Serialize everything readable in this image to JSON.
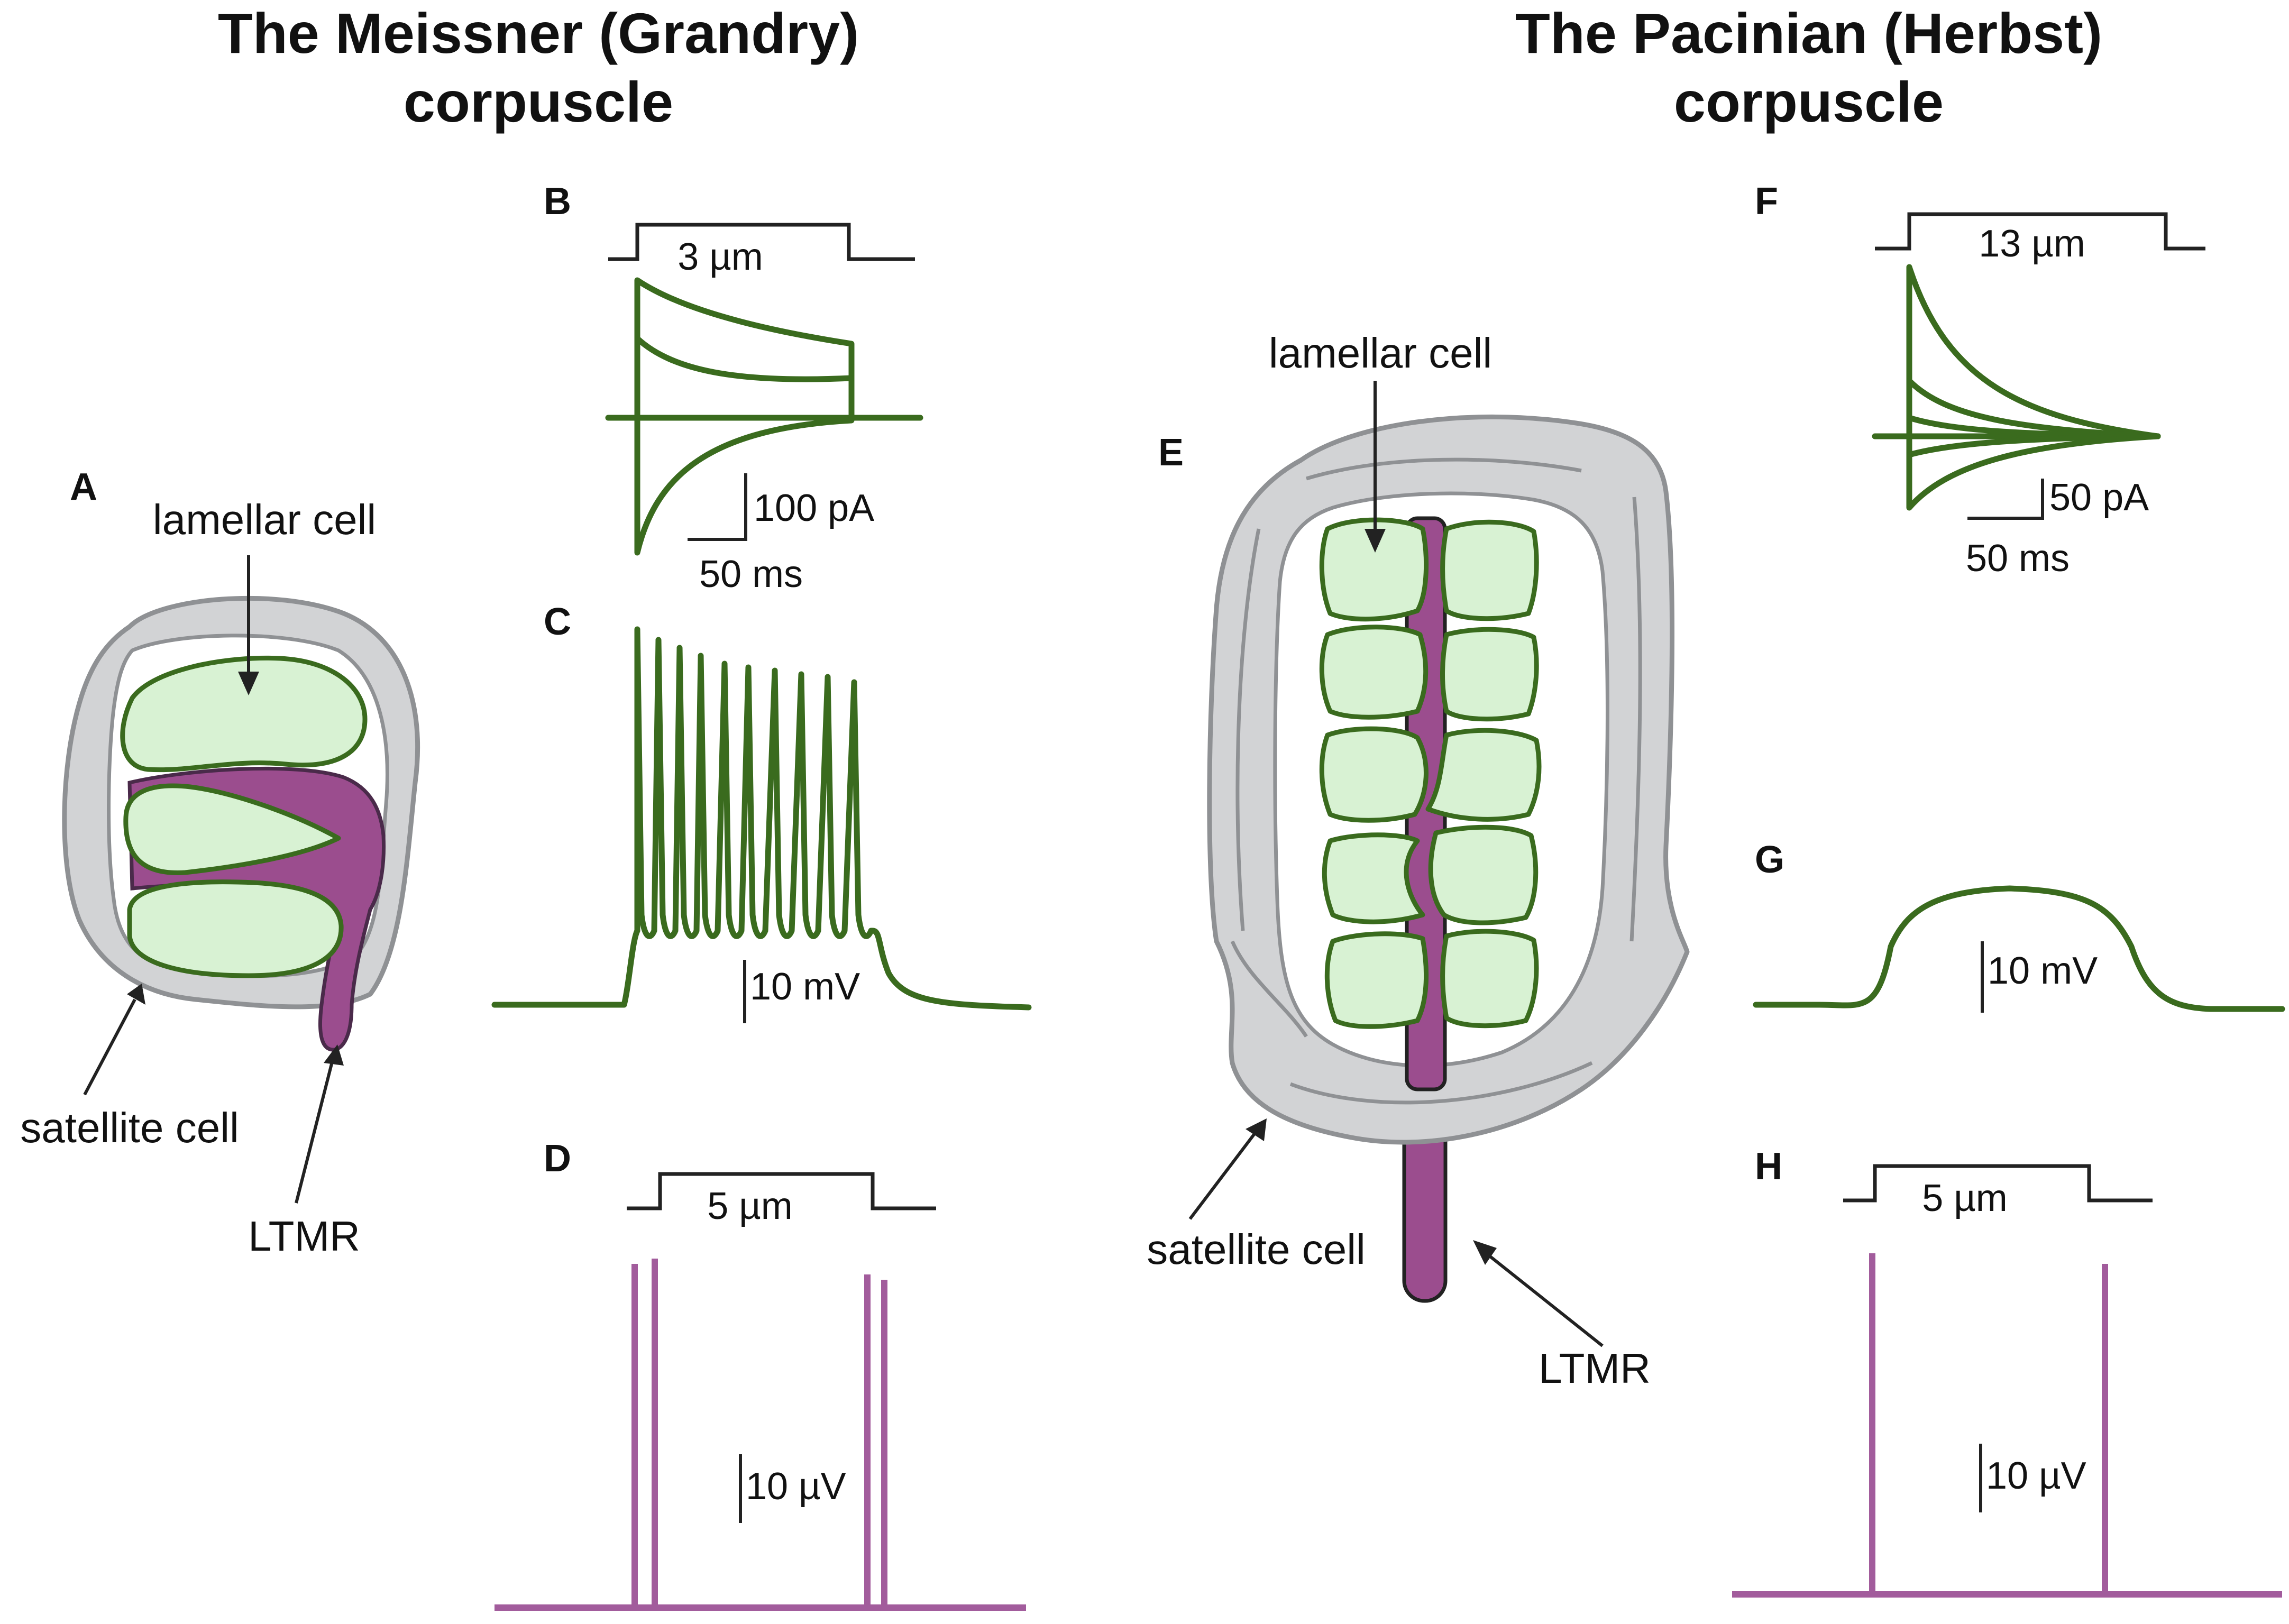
{
  "colors": {
    "green": "#3a6b1e",
    "purple": "#a25c9c",
    "axon": "#9b4d8e",
    "lamellar_fill": "#d8f2d3",
    "satellite_fill": "#d2d3d5"
  },
  "left": {
    "title_line1": "The Meissner (Grandry)",
    "title_line2": "corpuscle",
    "panels": {
      "A": "A",
      "B": "B",
      "C": "C",
      "D": "D"
    },
    "labels": {
      "lamellar": "lamellar cell",
      "satellite": "satellite cell",
      "ltmr": "LTMR"
    },
    "B": {
      "stimulus": "3 µm",
      "scale_current": "100 pA",
      "scale_time": "50 ms"
    },
    "C": {
      "scale_voltage": "10 mV"
    },
    "D": {
      "stimulus": "5 µm",
      "scale_voltage": "10 µV"
    }
  },
  "right": {
    "title_line1": "The Pacinian (Herbst)",
    "title_line2": "corpuscle",
    "panels": {
      "E": "E",
      "F": "F",
      "G": "G",
      "H": "H"
    },
    "labels": {
      "lamellar": "lamellar cell",
      "satellite": "satellite cell",
      "ltmr": "LTMR"
    },
    "F": {
      "stimulus": "13 µm",
      "scale_current": "50 pA",
      "scale_time": "50 ms"
    },
    "G": {
      "scale_voltage": "10 mV"
    },
    "H": {
      "stimulus": "5 µm",
      "scale_voltage": "10 µV"
    }
  }
}
